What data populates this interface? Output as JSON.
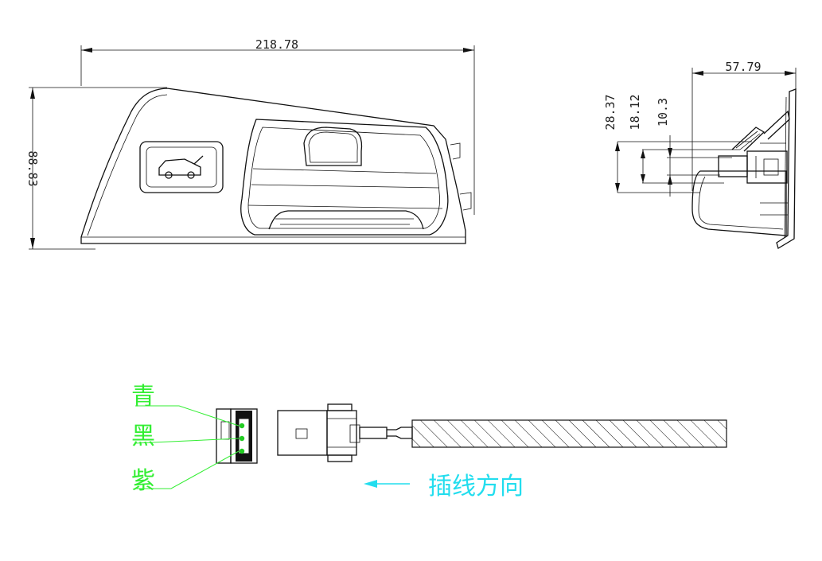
{
  "front_view": {
    "width_dimension": "218.78",
    "height_dimension": "88.83",
    "button_icon": "car-tailgate-icon"
  },
  "side_view": {
    "width_dimension": "57.79",
    "vertical_dimensions": [
      "28.37",
      "18.12",
      "10.3"
    ]
  },
  "connector": {
    "wires": [
      {
        "label": "青",
        "color": "#33ee33"
      },
      {
        "label": "黑",
        "color": "#33ee33"
      },
      {
        "label": "紫",
        "color": "#33ee33"
      }
    ],
    "pin_color": "#22cc22",
    "direction_label": "插线方向",
    "direction_color": "#22ddee"
  }
}
